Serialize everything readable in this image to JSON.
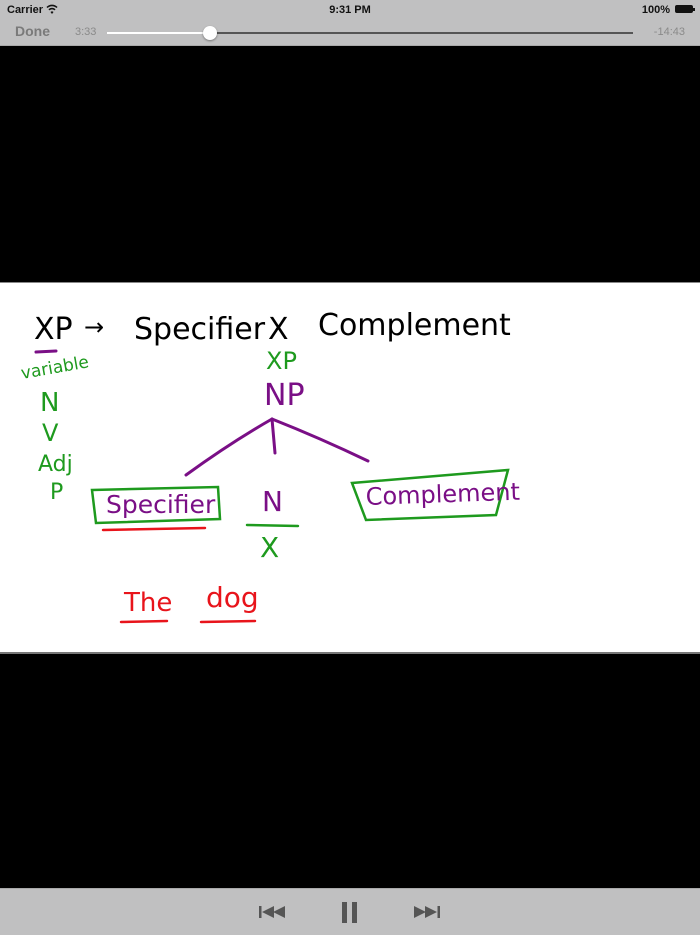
{
  "status_bar": {
    "carrier": "Carrier",
    "wifi_icon": "wifi-icon",
    "time": "9:31 PM",
    "battery_percent": "100%",
    "battery_icon": "battery-full-icon"
  },
  "player": {
    "done_label": "Done",
    "elapsed": "3:33",
    "remaining": "-14:43",
    "progress_percent": 19.5
  },
  "video_frame": {
    "colors": {
      "black": "#000000",
      "green": "#1e9a1e",
      "purple": "#7a0f86",
      "red": "#e8141b"
    },
    "rule": {
      "lhs": "XP",
      "arrow": "→",
      "parts": [
        "Specifier",
        "X",
        "Complement"
      ]
    },
    "side_notes": [
      "variable",
      "N",
      "V",
      "Adj",
      "P"
    ],
    "tree": {
      "top_label_green": "XP",
      "root": "NP",
      "left_child": "Specifier",
      "head": "N",
      "head_under": "X",
      "right_child": "Complement"
    },
    "example_words": [
      "The",
      "dog"
    ]
  },
  "controls": {
    "previous_icon": "skip-back-icon",
    "pause_icon": "pause-icon",
    "next_icon": "skip-forward-icon"
  }
}
